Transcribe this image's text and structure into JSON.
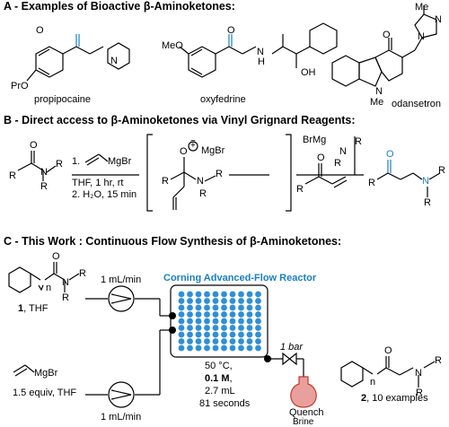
{
  "sectionA": {
    "title": "A - Examples of Bioactive β-Aminoketones:",
    "compounds": [
      {
        "name": "propipocaine",
        "substituent": "PrO",
        "atoms": [
          "O",
          "N"
        ]
      },
      {
        "name": "oxyfedrine",
        "substituent": "MeO",
        "atoms": [
          "O",
          "N",
          "H",
          "OH"
        ]
      },
      {
        "name": "odansetron",
        "substituent": "Me",
        "atoms": [
          "O",
          "N",
          "N",
          "Me",
          "N",
          "Me"
        ]
      }
    ]
  },
  "sectionB": {
    "title": "B - Direct access to β-Aminoketones via Vinyl Grignard Reagents:",
    "amide_atoms": [
      "O",
      "R",
      "N",
      "R",
      "R"
    ],
    "conditions": [
      "1.",
      "MgBr",
      "THF, 1 hr, rt",
      "2. H₂O, 15 min"
    ],
    "intermediate": {
      "charge_minus": "−",
      "charge_plus": "+",
      "counterion": "MgBr",
      "atoms": [
        "O",
        "N",
        "R",
        "R",
        "R"
      ]
    },
    "enone_atoms": [
      "O",
      "R"
    ],
    "amide_reagent": [
      "BrMg",
      "N",
      "R",
      "R"
    ],
    "product_atoms": [
      "O",
      "R",
      "N",
      "R",
      "R"
    ]
  },
  "sectionC": {
    "title": "C - This Work : Continuous Flow Synthesis of β-Aminoketones:",
    "reactor_name": "Corning Advanced-Flow Reactor",
    "flow_rate_top": "1 mL/min",
    "flow_rate_bottom": "1 mL/min",
    "reagent1_label": "1",
    "reagent1_solvent": ", THF",
    "reagent1_atoms": [
      "O",
      "n",
      "N",
      "R",
      "R"
    ],
    "reagent2_atoms": [
      "MgBr"
    ],
    "reagent2_label": "1.5 equiv, THF",
    "conditions": [
      "50 °C,",
      "0.1 M",
      ",",
      "2.7 mL",
      "81 seconds"
    ],
    "pressure": "1 bar",
    "quench": [
      "Quench",
      "Brine"
    ],
    "product_label": "2",
    "product_suffix": ", 10 examples",
    "product_atoms": [
      "O",
      "n",
      "N",
      "R",
      "R"
    ]
  },
  "colors": {
    "accent": "#1a7fc1",
    "dots": "#2f8fd6",
    "flask": "#d9534f"
  }
}
